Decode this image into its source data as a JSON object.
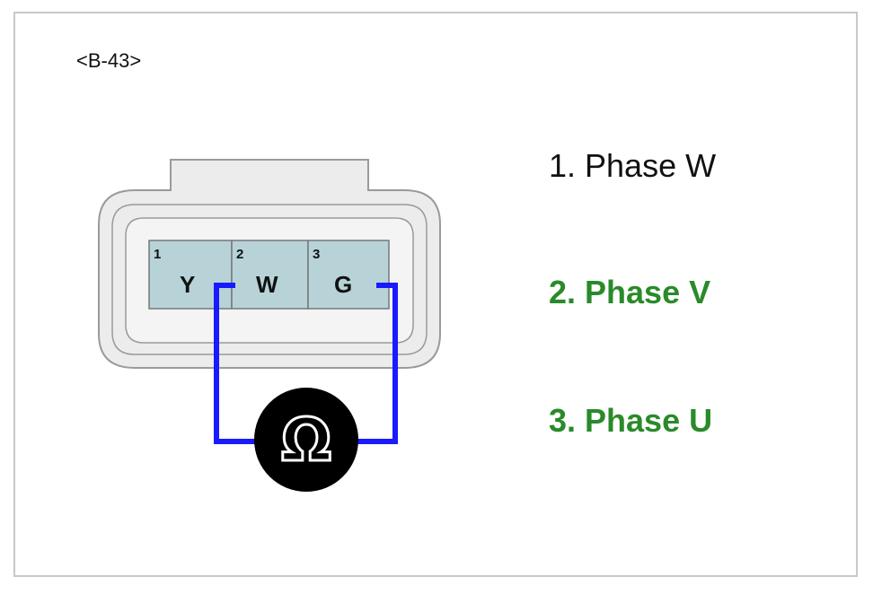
{
  "connector_id": "<B-43>",
  "pins": [
    {
      "number": "1",
      "color_code": "Y"
    },
    {
      "number": "2",
      "color_code": "W"
    },
    {
      "number": "3",
      "color_code": "G"
    }
  ],
  "meter_symbol": "Ω",
  "meter_icon": "ohmmeter-icon",
  "legend": [
    {
      "text": "1. Phase W",
      "color": "#111111"
    },
    {
      "text": "2. Phase V",
      "color": "#2a8a2a"
    },
    {
      "text": "3. Phase U",
      "color": "#2a8a2a"
    }
  ],
  "colors": {
    "probe_wire": "#1a1aff",
    "connector_body": "#ececec",
    "pin_fill": "#b7d3d8",
    "highlight": "#2a8a2a"
  }
}
